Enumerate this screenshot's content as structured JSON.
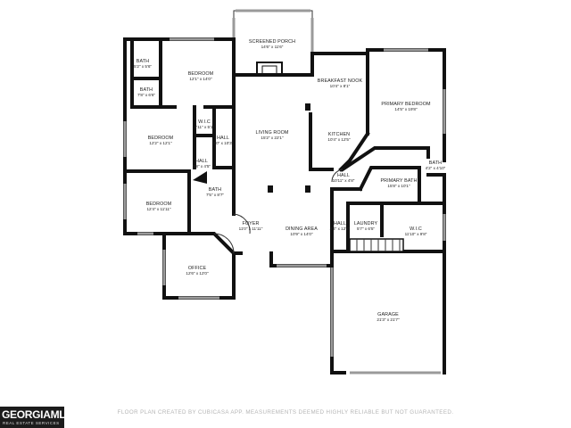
{
  "rooms": {
    "screened_porch": {
      "name": "SCREENED PORCH",
      "dim": "14'6\" x 11'6\""
    },
    "bath_top": {
      "name": "BATH",
      "dim": "5'2\" x 5'6\""
    },
    "bath_2": {
      "name": "BATH",
      "dim": "7'8\" x 6'6\""
    },
    "bedroom_nw": {
      "name": "BEDROOM",
      "dim": "12'1\" x 14'0\""
    },
    "breakfast_nook": {
      "name": "BREAKFAST NOOK",
      "dim": "10'4\" x 8'1\""
    },
    "primary_bedroom": {
      "name": "PRIMARY BEDROOM",
      "dim": "14'5\" x 19'8\""
    },
    "wic_small": {
      "name": "W.I.C",
      "dim": "2'11\" x 5'1\""
    },
    "bedroom_w": {
      "name": "BEDROOM",
      "dim": "12'2\" x 12'1\""
    },
    "hall_a": {
      "name": "HALL",
      "dim": "3'0\" x 10'3\""
    },
    "living_room": {
      "name": "LIVING ROOM",
      "dim": "15'2\" x 22'1\""
    },
    "kitchen": {
      "name": "KITCHEN",
      "dim": "10'4\" x 12'5\""
    },
    "hall_b": {
      "name": "HALL",
      "dim": "5'8\" x 4'5\""
    },
    "bath_4": {
      "name": "BATH",
      "dim": "4'2\" x 4'10\""
    },
    "hall_c": {
      "name": "HALL",
      "dim": "10'11\" x 4'8\""
    },
    "primary_bath": {
      "name": "PRIMARY BATH",
      "dim": "15'8\" x 10'1\""
    },
    "bath_5": {
      "name": "BATH",
      "dim": "7'5\" x 8'7\""
    },
    "bedroom_sw": {
      "name": "BEDROOM",
      "dim": "12'4\" x 11'11\""
    },
    "foyer": {
      "name": "FOYER",
      "dim": "11'0\" x 11'11\""
    },
    "dining_area": {
      "name": "DINING AREA",
      "dim": "10'9\" x 14'0\""
    },
    "hall_d": {
      "name": "HALL",
      "dim": "4'4\" x 12'8\""
    },
    "laundry": {
      "name": "LAUNDRY",
      "dim": "5'7\" x 6'5\""
    },
    "wic_large": {
      "name": "W.I.C",
      "dim": "11'10\" x 9'8\""
    },
    "office": {
      "name": "OFFICE",
      "dim": "12'6\" x 12'0\""
    },
    "garage": {
      "name": "GARAGE",
      "dim": "21'3\" x 21'7\""
    }
  },
  "footer": {
    "disclaimer": "FLOOR PLAN CREATED BY CUBICASA APP. MEASUREMENTS DEEMED HIGHLY RELIABLE BUT NOT GUARANTEED."
  },
  "logo": {
    "main": "GEORGIAMLS",
    "sub": "REAL ESTATE SERVICES"
  }
}
